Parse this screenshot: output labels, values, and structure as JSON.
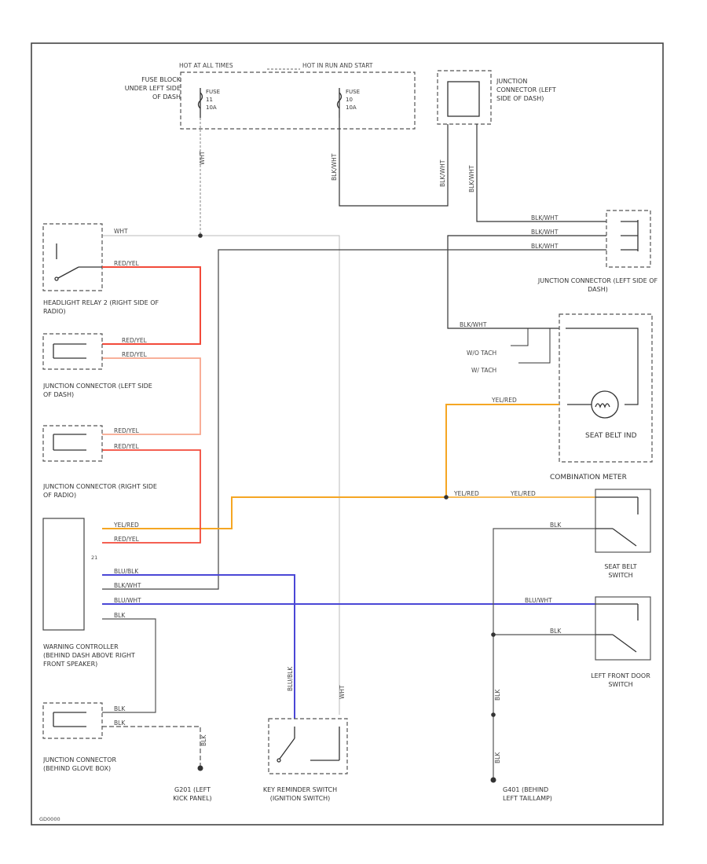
{
  "colors": {
    "red_yel": "#f24a3a",
    "red_yel_light": "#f7a58c",
    "yel_red": "#f5a623",
    "blu_blk": "#4a47d6",
    "blk_wht": "#333333",
    "blk": "#555555",
    "wht": "#999999"
  },
  "labels": {
    "hot_all_times": "HOT AT ALL TIMES",
    "hot_run_start": "HOT IN RUN AND START",
    "fuse_block": "FUSE BLOCK UNDER LEFT SIDE OF DASH",
    "fuse_11": "FUSE 11 10A",
    "fuse_10": "FUSE 10 10A",
    "jc_top": "JUNCTION CONNECTOR (LEFT SIDE OF DASH)",
    "jc_right_mid": "JUNCTION CONNECTOR (LEFT SIDE OF DASH)",
    "headlight_relay": "HEADLIGHT RELAY 2 (RIGHT SIDE OF RADIO)",
    "jc_left_upper": "JUNCTION CONNECTOR (LEFT SIDE OF DASH)",
    "jc_left_mid": "JUNCTION CONNECTOR (RIGHT SIDE OF RADIO)",
    "warning_controller": "WARNING CONTROLLER (BEHIND DASH ABOVE RIGHT FRONT SPEAKER)",
    "jc_glove": "JUNCTION CONNECTOR (BEHIND GLOVE BOX)",
    "g201": "G201 (LEFT KICK PANEL)",
    "key_switch": "KEY REMINDER SWITCH (IGNITION SWITCH)",
    "g401": "G401 (BEHIND LEFT TAILLAMP)",
    "combination_meter": "COMBINATION METER",
    "seat_belt_ind": "SEAT BELT IND",
    "seat_belt_switch": "SEAT BELT SWITCH",
    "left_front_door_switch": "LEFT FRONT DOOR SWITCH",
    "w_tach": "W/ TACH",
    "wo_tach": "W/O TACH",
    "diagram_id": "GD0000"
  },
  "wires": {
    "wht": "WHT",
    "red_yel": "RED/YEL",
    "yel_red": "YEL/RED",
    "yel_red_ext": "YEL/RED",
    "blu_blk": "BLU/BLK",
    "blk_wht": "BLK/WHT",
    "blk": "BLK",
    "blu_wht": "BLU/WHT"
  }
}
